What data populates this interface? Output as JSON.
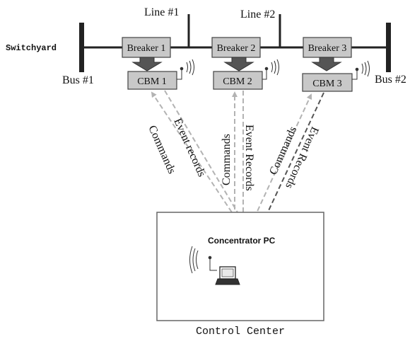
{
  "switchyard": {
    "label": "Switchyard",
    "bus_left_label": "Bus #1",
    "bus_right_label": "Bus #2",
    "line1_label": "Line #1",
    "line2_label": "Line #2",
    "breakers": [
      {
        "label": "Breaker 1",
        "cbm_label": "CBM 1"
      },
      {
        "label": "Breaker 2",
        "cbm_label": "CBM 2"
      },
      {
        "label": "Breaker 3",
        "cbm_label": "CBM 3"
      }
    ]
  },
  "links": [
    {
      "commands_label": "Commands",
      "events_label": "Event records"
    },
    {
      "commands_label": "Commands",
      "events_label": "Event Records"
    },
    {
      "commands_label": "Commands",
      "events_label": "Event Records"
    }
  ],
  "control_center": {
    "label": "Control Center",
    "pc_label": "Concentrator PC"
  },
  "colors": {
    "box_fill": "#c8c8c8",
    "box_stroke": "#444444",
    "arrow_light": "#b3b3b3",
    "arrow_dark": "#555555",
    "bus": "#222222"
  }
}
